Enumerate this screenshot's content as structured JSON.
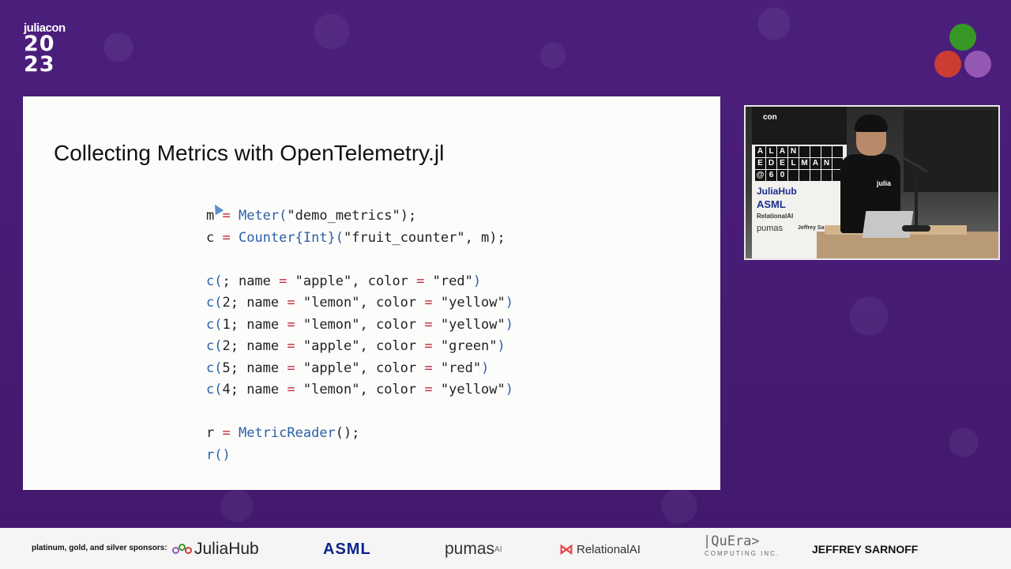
{
  "conference": {
    "name": "juliacon",
    "year_top": "20",
    "year_bottom": "23"
  },
  "slide": {
    "title": "Collecting Metrics with OpenTelemetry.jl",
    "code_lines": [
      [
        {
          "t": "m",
          "c": "#222"
        },
        {
          "t": " = ",
          "c": "#c5283d"
        },
        {
          "t": "Meter",
          "c": "#2c5fa8"
        },
        {
          "t": "(",
          "c": "#2c5fa8"
        },
        {
          "t": "\"demo_metrics\"",
          "c": "#222"
        },
        {
          "t": ");",
          "c": "#222"
        }
      ],
      [
        {
          "t": "c",
          "c": "#222"
        },
        {
          "t": " = ",
          "c": "#c5283d"
        },
        {
          "t": "Counter{Int}",
          "c": "#2c5fa8"
        },
        {
          "t": "(",
          "c": "#2c5fa8"
        },
        {
          "t": "\"fruit_counter\", m",
          "c": "#222"
        },
        {
          "t": ");",
          "c": "#222"
        }
      ],
      null,
      [
        {
          "t": "c(",
          "c": "#2c5fa8"
        },
        {
          "t": "; name ",
          "c": "#222"
        },
        {
          "t": "=",
          "c": "#c5283d"
        },
        {
          "t": " \"apple\", color ",
          "c": "#222"
        },
        {
          "t": "=",
          "c": "#c5283d"
        },
        {
          "t": " \"red\"",
          "c": "#222"
        },
        {
          "t": ")",
          "c": "#2c5fa8"
        }
      ],
      [
        {
          "t": "c(",
          "c": "#2c5fa8"
        },
        {
          "t": "2; name ",
          "c": "#222"
        },
        {
          "t": "=",
          "c": "#c5283d"
        },
        {
          "t": " \"lemon\", color ",
          "c": "#222"
        },
        {
          "t": "=",
          "c": "#c5283d"
        },
        {
          "t": " \"yellow\"",
          "c": "#222"
        },
        {
          "t": ")",
          "c": "#2c5fa8"
        }
      ],
      [
        {
          "t": "c(",
          "c": "#2c5fa8"
        },
        {
          "t": "1; name ",
          "c": "#222"
        },
        {
          "t": "=",
          "c": "#c5283d"
        },
        {
          "t": " \"lemon\", color ",
          "c": "#222"
        },
        {
          "t": "=",
          "c": "#c5283d"
        },
        {
          "t": " \"yellow\"",
          "c": "#222"
        },
        {
          "t": ")",
          "c": "#2c5fa8"
        }
      ],
      [
        {
          "t": "c(",
          "c": "#2c5fa8"
        },
        {
          "t": "2; name ",
          "c": "#222"
        },
        {
          "t": "=",
          "c": "#c5283d"
        },
        {
          "t": " \"apple\", color ",
          "c": "#222"
        },
        {
          "t": "=",
          "c": "#c5283d"
        },
        {
          "t": " \"green\"",
          "c": "#222"
        },
        {
          "t": ")",
          "c": "#2c5fa8"
        }
      ],
      [
        {
          "t": "c(",
          "c": "#2c5fa8"
        },
        {
          "t": "5; name ",
          "c": "#222"
        },
        {
          "t": "=",
          "c": "#c5283d"
        },
        {
          "t": " \"apple\", color ",
          "c": "#222"
        },
        {
          "t": "=",
          "c": "#c5283d"
        },
        {
          "t": " \"red\"",
          "c": "#222"
        },
        {
          "t": ")",
          "c": "#2c5fa8"
        }
      ],
      [
        {
          "t": "c(",
          "c": "#2c5fa8"
        },
        {
          "t": "4; name ",
          "c": "#222"
        },
        {
          "t": "=",
          "c": "#c5283d"
        },
        {
          "t": " \"lemon\", color ",
          "c": "#222"
        },
        {
          "t": "=",
          "c": "#c5283d"
        },
        {
          "t": " \"yellow\"",
          "c": "#222"
        },
        {
          "t": ")",
          "c": "#2c5fa8"
        }
      ],
      null,
      [
        {
          "t": "r",
          "c": "#222"
        },
        {
          "t": " = ",
          "c": "#c5283d"
        },
        {
          "t": "MetricReader",
          "c": "#2c5fa8"
        },
        {
          "t": "();",
          "c": "#222"
        }
      ],
      [
        {
          "t": "r()",
          "c": "#2c5fa8"
        }
      ]
    ]
  },
  "video": {
    "backdrop_con": "con",
    "grid_rows": [
      [
        "A",
        "L",
        "A",
        "N",
        " ",
        " ",
        " ",
        " "
      ],
      [
        "E",
        "D",
        "E",
        "L",
        "M",
        "A",
        "N",
        " "
      ],
      [
        "@",
        "6",
        "0",
        " ",
        " ",
        " ",
        " ",
        " "
      ]
    ],
    "backdrop_sponsors": [
      "JuliaHub",
      "ASML",
      "RelationalAI",
      "pumas",
      "Jeffrey Sar"
    ],
    "shirt_logo": "julia"
  },
  "sponsors": {
    "label": "platinum, gold, and silver sponsors:",
    "juliahub": "JuliaHub",
    "asml": "ASML",
    "pumas": "pumas",
    "pumas_sup": "AI",
    "relational": "RelationalAI",
    "quera_main": "|QuEra>",
    "quera_sub": "COMPUTING INC.",
    "sarnoff": "JEFFREY SARNOFF"
  },
  "colors": {
    "background": "#4a1e7a",
    "julia_green": "#389826",
    "julia_red": "#cb3c33",
    "julia_purple": "#9558b2",
    "code_keyword_blue": "#2c5fa8",
    "code_operator_red": "#c5283d"
  }
}
